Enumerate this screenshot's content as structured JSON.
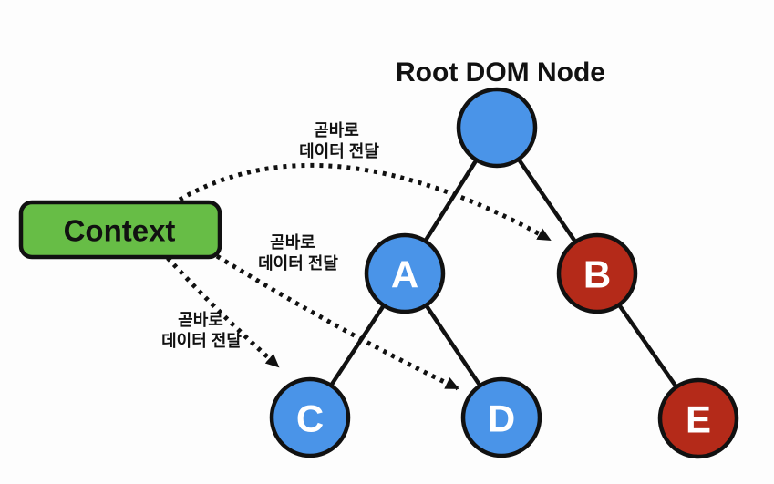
{
  "title": "Root DOM Node",
  "colors": {
    "node_blue": "#4A94E8",
    "node_red": "#B42A19",
    "context_green": "#67BD46",
    "line_black": "#111111",
    "node_text_white": "#FFFFFF",
    "background": "#FDFDFD"
  },
  "context_box": {
    "label": "Context"
  },
  "tree": {
    "root_label": "Root DOM Node",
    "nodes": [
      {
        "id": "A",
        "label": "A",
        "color": "blue"
      },
      {
        "id": "B",
        "label": "B",
        "color": "red"
      },
      {
        "id": "C",
        "label": "C",
        "color": "blue"
      },
      {
        "id": "D",
        "label": "D",
        "color": "blue"
      },
      {
        "id": "E",
        "label": "E",
        "color": "red"
      }
    ],
    "edges": [
      {
        "from": "Root",
        "to": "A"
      },
      {
        "from": "Root",
        "to": "B"
      },
      {
        "from": "A",
        "to": "C"
      },
      {
        "from": "A",
        "to": "D"
      },
      {
        "from": "B",
        "to": "E"
      }
    ]
  },
  "context_arrows": [
    {
      "target": "B",
      "lines": [
        "곧바로",
        "데이터 전달"
      ]
    },
    {
      "target": "D",
      "lines": [
        "곧바로",
        "데이터 전달"
      ]
    },
    {
      "target": "C",
      "lines": [
        "곧바로",
        "데이터 전달"
      ]
    }
  ]
}
